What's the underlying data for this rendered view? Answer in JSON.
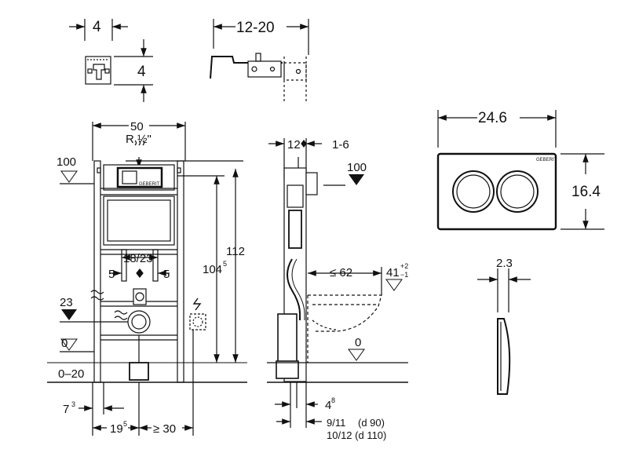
{
  "bracket_small": {
    "width": "4",
    "height": "4"
  },
  "bracket_large": {
    "width": "12-20"
  },
  "frame": {
    "width": "50",
    "pipe": "R ½\"",
    "logo": "GEBERIT",
    "height_total": "112",
    "height_actuator": "104",
    "height_actuator_sup": "5",
    "level_upper": "100",
    "level_drain": "23",
    "level_floor": "0",
    "level_range": "0–20",
    "flush_spacing": "18/23",
    "offset_left": "5",
    "offset_right": "5",
    "leg_offset": "7",
    "leg_offset_sup": "3",
    "inner_offset": "19",
    "inner_offset_sup": "5",
    "min_spacing": "≥ 30"
  },
  "side": {
    "depth_a": "12",
    "depth_b": "1-6",
    "level_upper": "100",
    "bowl_projection": "≤ 62",
    "seat_height": "41",
    "seat_tol_plus": "+2",
    "seat_tol_minus": "−1",
    "level_floor": "0",
    "pipe_offset": "4",
    "pipe_offset_sup": "8",
    "drain_1": "9/11",
    "drain_1_note": "(d 90)",
    "drain_2": "10/12 (d 110)"
  },
  "plate": {
    "width": "24.6",
    "height": "16.4",
    "thickness": "2.3",
    "logo": "GEBERIT"
  }
}
